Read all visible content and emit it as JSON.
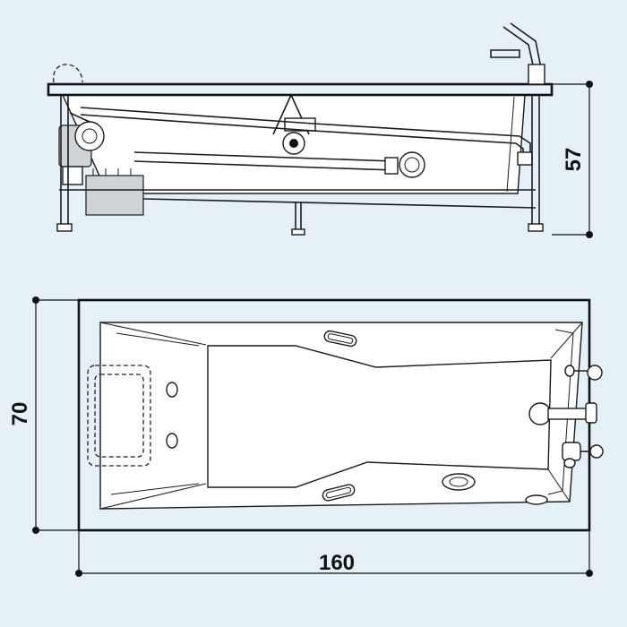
{
  "dimensions": {
    "height": "57",
    "width": "70",
    "length": "160"
  },
  "colors": {
    "background": "#e6f0f7",
    "line": "#1b1b1b",
    "fill": "#ffffff"
  }
}
